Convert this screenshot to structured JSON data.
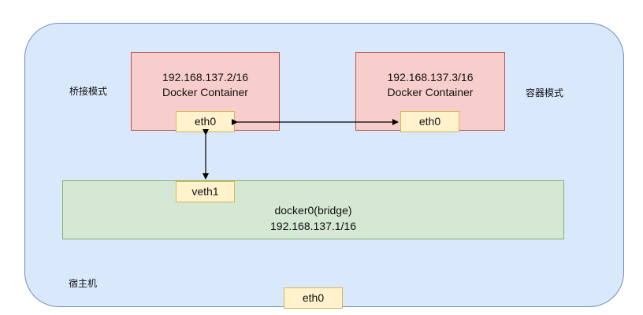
{
  "host": {
    "label": "宿主机",
    "eth0": "eth0",
    "fill": "#dae8fc",
    "stroke": "#6c8ebf"
  },
  "left_container": {
    "ip": "192.168.137.2/16",
    "name": "Docker Container",
    "iface": "eth0",
    "mode_label": "桥接模式"
  },
  "right_container": {
    "ip": "192.168.137.3/16",
    "name": "Docker Container",
    "iface": "eth0",
    "mode_label": "容器模式"
  },
  "bridge": {
    "name": "docker0(bridge)",
    "ip": "192.168.137.1/16",
    "veth": "veth1",
    "fill": "#d5e8d4",
    "stroke": "#82b366"
  },
  "colors": {
    "container_fill": "#f8cecc",
    "container_stroke": "#b85450",
    "iface_fill": "#fff2cc",
    "iface_stroke": "#d6b656"
  }
}
